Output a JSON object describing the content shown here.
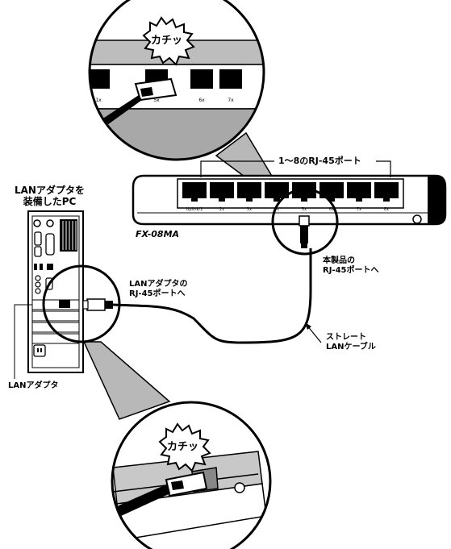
{
  "labels": {
    "pc_title_line1": "LANアダプタを",
    "pc_title_line2": "装備したPC",
    "lan_adapter": "LANアダプタ",
    "adapter_port_line1": "LANアダプタの",
    "adapter_port_line2": "RJ-45ポートへ",
    "ports_range": "1～8のRJ-45ポート",
    "model_name": "FX-08MA",
    "hub_port_line1": "本製品の",
    "hub_port_line2": "RJ-45ポートへ",
    "cable_line1": "ストレート",
    "cable_line2": "LANケーブル",
    "click_top": "カチッ",
    "click_bottom": "カチッ"
  },
  "hub_ports": [
    "Uplink/1",
    "2x",
    "3x",
    "4x",
    "5x",
    "6x",
    "7x",
    "8x"
  ],
  "zoom_top_ports": [
    "1x",
    "5x",
    "6x",
    "7x"
  ],
  "icons": [
    "pc-tower-icon",
    "hub-icon",
    "rj45-plug-icon",
    "starburst-icon",
    "magnifier-circle-icon",
    "arrow-icon"
  ]
}
